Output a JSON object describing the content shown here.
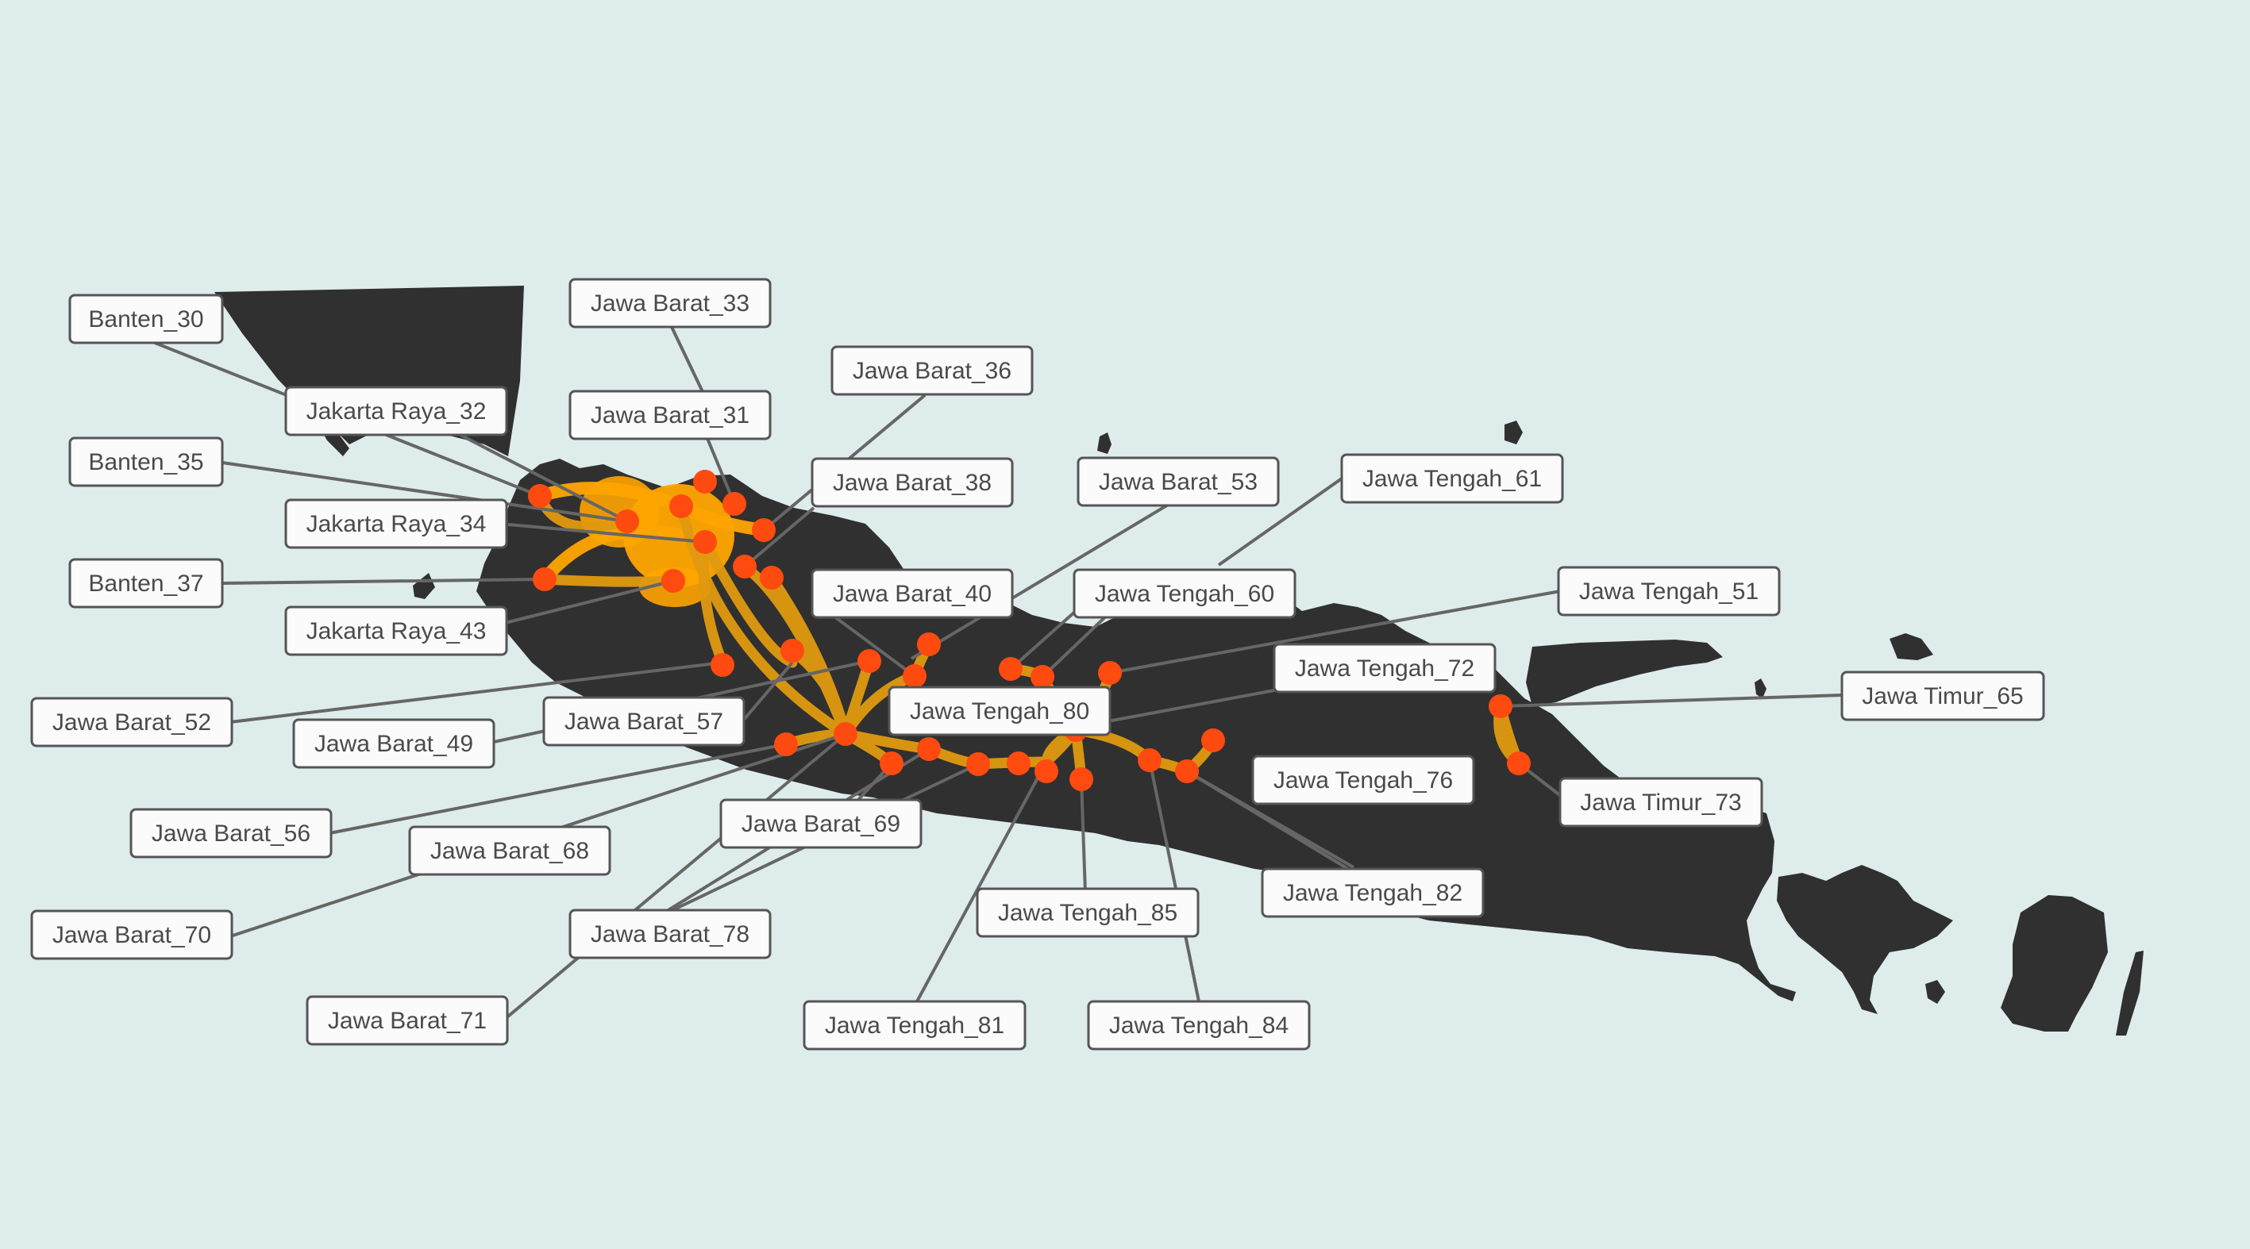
{
  "map": {
    "colors": {
      "water": "#deeceb",
      "land": "#303030",
      "edge": "#e09a10",
      "edge_halo": "#ffa500",
      "node": "#ff4a10",
      "leader": "#666666",
      "label_bg": "#fbfbfb",
      "label_border": "#555555",
      "label_text": "#4a4a4a"
    },
    "labels": [
      {
        "id": "banten_30",
        "text": "Banten_30"
      },
      {
        "id": "jakarta_raya_32",
        "text": "Jakarta Raya_32"
      },
      {
        "id": "banten_35",
        "text": "Banten_35"
      },
      {
        "id": "jakarta_raya_34",
        "text": "Jakarta Raya_34"
      },
      {
        "id": "banten_37",
        "text": "Banten_37"
      },
      {
        "id": "jakarta_raya_43",
        "text": "Jakarta Raya_43"
      },
      {
        "id": "jawa_barat_33",
        "text": "Jawa Barat_33"
      },
      {
        "id": "jawa_barat_31",
        "text": "Jawa Barat_31"
      },
      {
        "id": "jawa_barat_36",
        "text": "Jawa Barat_36"
      },
      {
        "id": "jawa_barat_38",
        "text": "Jawa Barat_38"
      },
      {
        "id": "jawa_barat_40",
        "text": "Jawa Barat_40"
      },
      {
        "id": "jawa_barat_53",
        "text": "Jawa Barat_53"
      },
      {
        "id": "jawa_tengah_61",
        "text": "Jawa Tengah_61"
      },
      {
        "id": "jawa_tengah_60",
        "text": "Jawa Tengah_60"
      },
      {
        "id": "jawa_tengah_51",
        "text": "Jawa Tengah_51"
      },
      {
        "id": "jawa_tengah_72",
        "text": "Jawa Tengah_72"
      },
      {
        "id": "jawa_timur_65",
        "text": "Jawa Timur_65"
      },
      {
        "id": "jawa_tengah_80",
        "text": "Jawa Tengah_80"
      },
      {
        "id": "jawa_barat_52",
        "text": "Jawa Barat_52"
      },
      {
        "id": "jawa_barat_49",
        "text": "Jawa Barat_49"
      },
      {
        "id": "jawa_barat_57",
        "text": "Jawa Barat_57"
      },
      {
        "id": "jawa_tengah_76",
        "text": "Jawa Tengah_76"
      },
      {
        "id": "jawa_timur_73",
        "text": "Jawa Timur_73"
      },
      {
        "id": "jawa_barat_56",
        "text": "Jawa Barat_56"
      },
      {
        "id": "jawa_barat_69",
        "text": "Jawa Barat_69"
      },
      {
        "id": "jawa_barat_68",
        "text": "Jawa Barat_68"
      },
      {
        "id": "jawa_tengah_82",
        "text": "Jawa Tengah_82"
      },
      {
        "id": "jawa_tengah_85",
        "text": "Jawa Tengah_85"
      },
      {
        "id": "jawa_barat_70",
        "text": "Jawa Barat_70"
      },
      {
        "id": "jawa_barat_78",
        "text": "Jawa Barat_78"
      },
      {
        "id": "jawa_barat_71",
        "text": "Jawa Barat_71"
      },
      {
        "id": "jawa_tengah_81",
        "text": "Jawa Tengah_81"
      },
      {
        "id": "jawa_tengah_84",
        "text": "Jawa Tengah_84"
      }
    ]
  }
}
